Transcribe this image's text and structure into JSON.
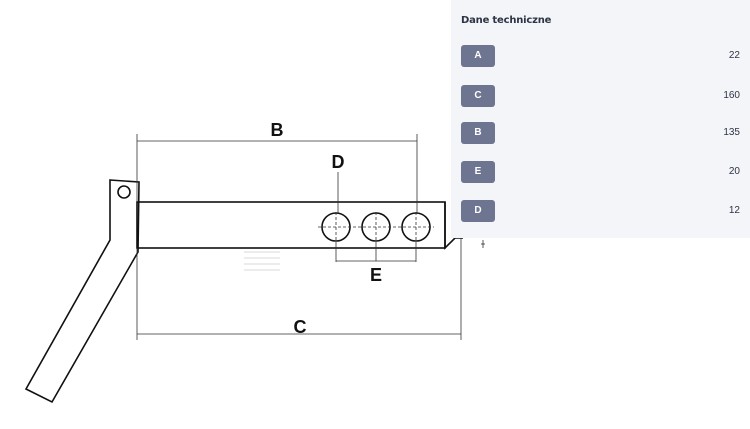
{
  "drawing": {
    "labels": {
      "b": "B",
      "c": "C",
      "d": "D",
      "e": "E"
    }
  },
  "specs": {
    "title": "Dane techniczne",
    "rows": [
      {
        "key": "A",
        "value": "22"
      },
      {
        "key": "C",
        "value": "160"
      },
      {
        "key": "B",
        "value": "135"
      },
      {
        "key": "E",
        "value": "20"
      },
      {
        "key": "D",
        "value": "12"
      }
    ]
  },
  "colors": {
    "badge": "#6e7590",
    "panel": "#f4f5f8",
    "text": "#2c3444"
  }
}
